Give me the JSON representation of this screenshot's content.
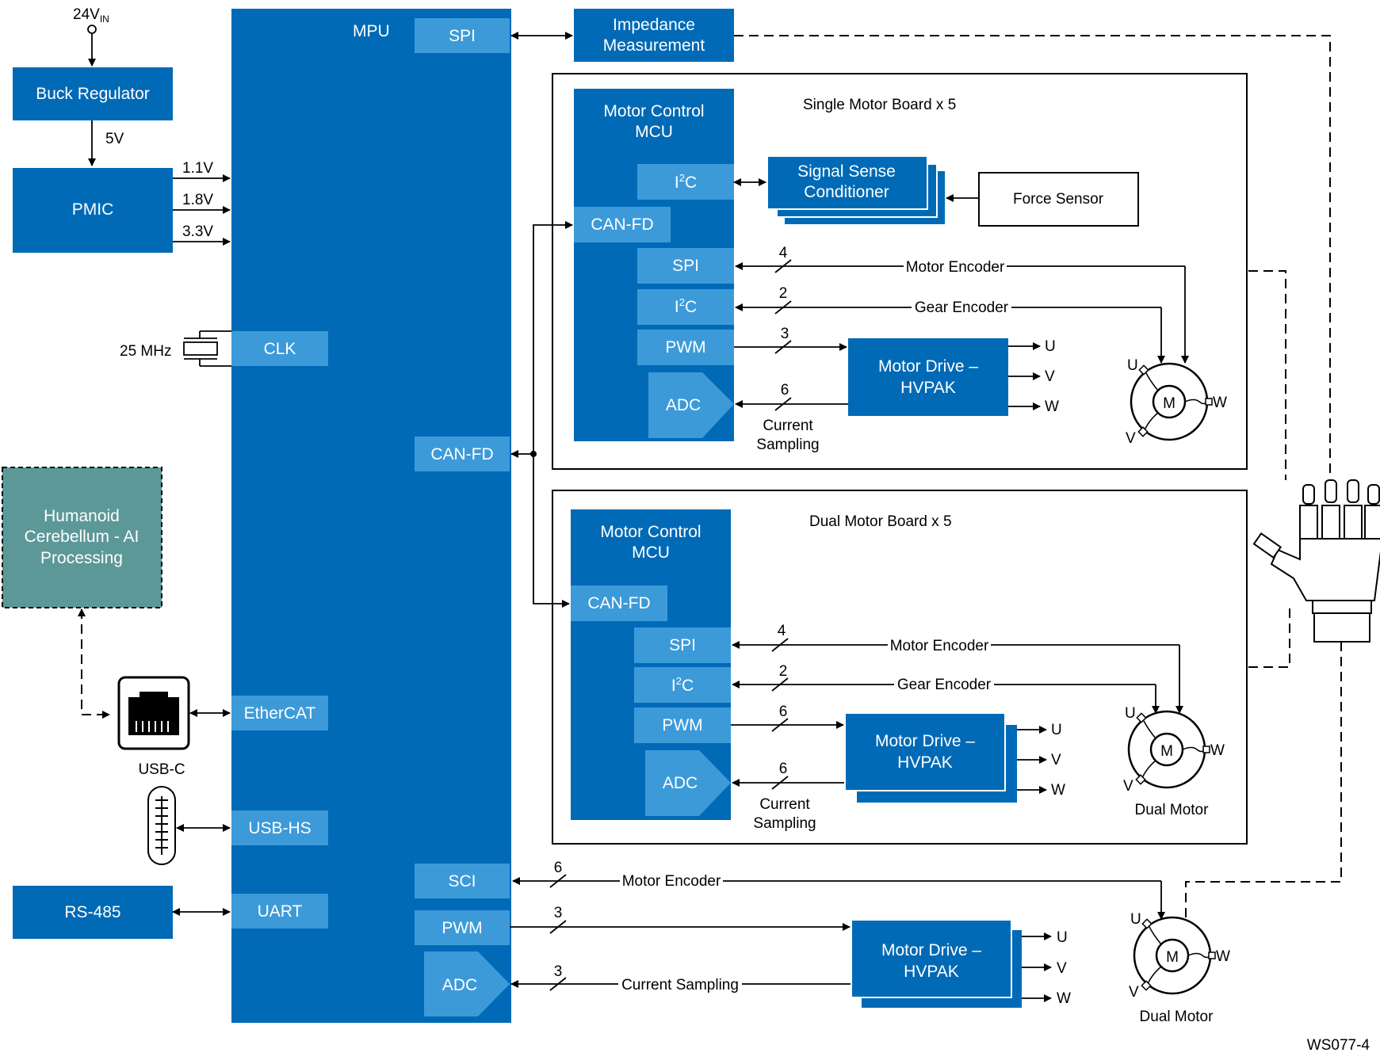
{
  "colors": {
    "primary": "#006ab6",
    "port": "#3d9ad9",
    "host": "#5d9898",
    "line": "#000000"
  },
  "power": {
    "vin": "24V",
    "vin_sub": "IN",
    "buck": "Buck Regulator",
    "v5": "5V",
    "pmic": "PMIC",
    "rails": [
      "1.1V",
      "1.8V",
      "3.3V"
    ],
    "crystal": "25 MHz"
  },
  "mpu": {
    "title": "MPU",
    "ports": {
      "spi": "SPI",
      "clk": "CLK",
      "canfd": "CAN-FD",
      "ethercat": "EtherCAT",
      "usbhs": "USB-HS",
      "uart": "UART",
      "sci": "SCI",
      "pwm": "PWM",
      "adc": "ADC"
    }
  },
  "impedance": [
    "Impedance",
    "Measurement"
  ],
  "single_board": {
    "title": "Single Motor Board x 5",
    "mcu": [
      "Motor Control",
      "MCU"
    ],
    "ports": {
      "i2c_top": "I",
      "i2c_sup": "2",
      "i2c_c": "C",
      "canfd": "CAN-FD",
      "spi": "SPI",
      "pwm": "PWM",
      "adc": "ADC"
    },
    "signal": [
      "Signal Sense",
      "Conditioner"
    ],
    "force": "Force Sensor",
    "drive": [
      "Motor Drive –",
      "HVPAK"
    ],
    "bus_widths": {
      "spi": "4",
      "i2c": "2",
      "pwm": "3",
      "adc": "6"
    },
    "motor_encoder": "Motor Encoder",
    "gear_encoder": "Gear Encoder",
    "current": [
      "Current",
      "Sampling"
    ]
  },
  "dual_board": {
    "title": "Dual Motor Board x 5",
    "mcu": [
      "Motor Control",
      "MCU"
    ],
    "ports": {
      "canfd": "CAN-FD",
      "spi": "SPI",
      "pwm": "PWM",
      "adc": "ADC"
    },
    "drive": [
      "Motor Drive –",
      "HVPAK"
    ],
    "bus_widths": {
      "spi": "4",
      "i2c": "2",
      "pwm": "6",
      "adc": "6"
    },
    "motor_encoder": "Motor Encoder",
    "gear_encoder": "Gear Encoder",
    "current": [
      "Current",
      "Sampling"
    ],
    "motor_label": "Dual Motor"
  },
  "host": [
    "Humanoid",
    "Cerebellum - AI",
    "Processing"
  ],
  "usbc": "USB-C",
  "rs485": "RS-485",
  "bottom": {
    "sci_width": "6",
    "pwm_width": "3",
    "adc_width": "3",
    "motor_encoder": "Motor Encoder",
    "current": "Current Sampling",
    "drive": [
      "Motor Drive –",
      "HVPAK"
    ],
    "motor_label": "Dual Motor"
  },
  "motor": {
    "m": "M",
    "u": "U",
    "v": "V",
    "w": "W"
  },
  "figure_id": "WS077-4"
}
